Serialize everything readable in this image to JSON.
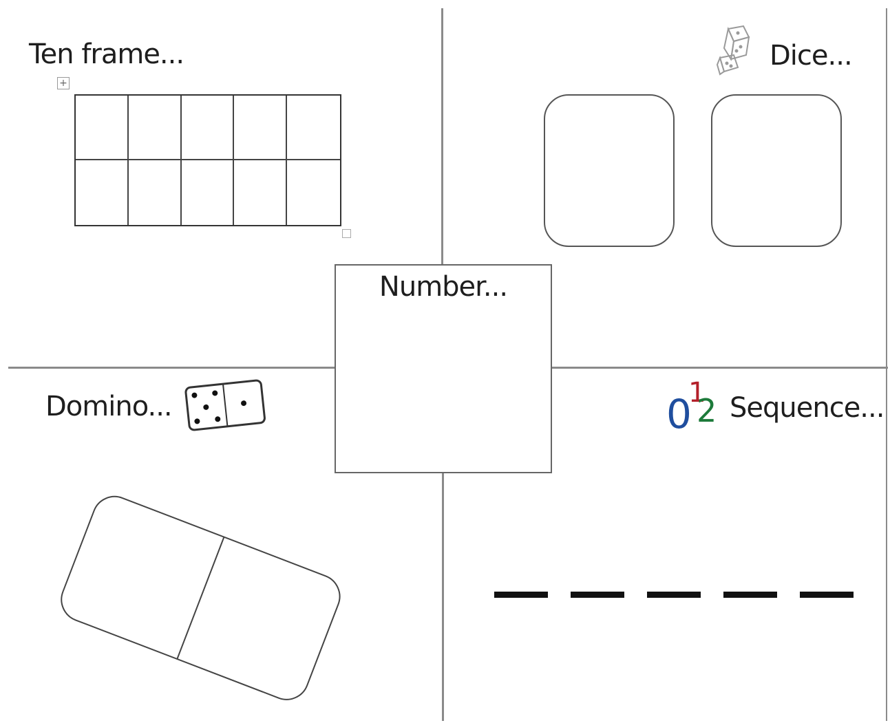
{
  "labels": {
    "ten_frame": "Ten frame...",
    "dice": "Dice...",
    "number": "Number...",
    "domino": "Domino...",
    "sequence": "Sequence..."
  },
  "sequence_icon": {
    "digits": [
      "0",
      "1",
      "2"
    ],
    "colors": [
      "#1f4e9e",
      "#b3202a",
      "#1d7a3a"
    ]
  },
  "ten_frame": {
    "rows": 2,
    "columns": 5
  },
  "sequence_blanks": 5,
  "dice_boxes": 2,
  "icons": {
    "dice": "dice-icon",
    "domino": "domino-icon",
    "sequence": "number-sequence-icon"
  }
}
